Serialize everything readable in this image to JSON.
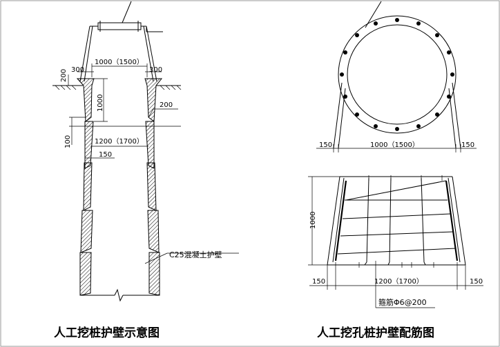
{
  "left_figure": {
    "caption": "人工挖桩护壁示意图",
    "dims": {
      "top_inner": "1000（1500）",
      "wall_left": "300",
      "wall_right": "300",
      "cap_height": "200",
      "segment_height": "1000",
      "step": "200",
      "overlap": "100",
      "bottom_inner": "1200（1700）",
      "taper": "150"
    },
    "callout": "C25混凝土护壁"
  },
  "right_figure": {
    "caption": "人工挖孔桩护壁配筋图",
    "plan_dims": {
      "left_margin": "150",
      "diameter": "1000（1500）",
      "right_margin": "150"
    },
    "elev_dims": {
      "height": "1000",
      "left_margin": "150",
      "bottom_width": "1200（1700）",
      "right_margin": "150"
    },
    "callout": "箍筋Φ6@200"
  }
}
